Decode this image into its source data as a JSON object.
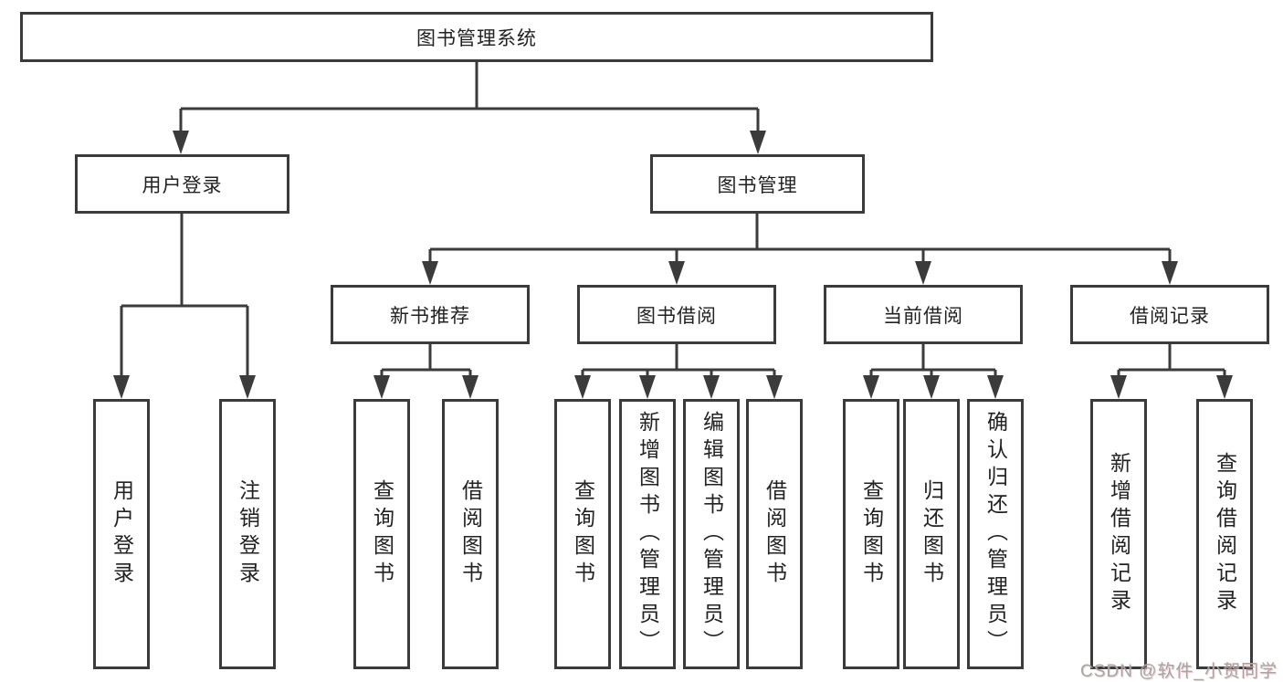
{
  "tree": {
    "label": "图书管理系统",
    "children": [
      {
        "label": "用户登录",
        "children": [
          {
            "label": "用户登录"
          },
          {
            "label": "注销登录"
          }
        ]
      },
      {
        "label": "图书管理",
        "children": [
          {
            "label": "新书推荐",
            "children": [
              {
                "label": "查询图书"
              },
              {
                "label": "借阅图书"
              }
            ]
          },
          {
            "label": "图书借阅",
            "children": [
              {
                "label": "查询图书"
              },
              {
                "label": "新增图书（管理员）"
              },
              {
                "label": "编辑图书（管理员）"
              },
              {
                "label": "借阅图书"
              }
            ]
          },
          {
            "label": "当前借阅",
            "children": [
              {
                "label": "查询图书"
              },
              {
                "label": "归还图书"
              },
              {
                "label": "确认归还（管理员）"
              }
            ]
          },
          {
            "label": "借阅记录",
            "children": [
              {
                "label": "新增借阅记录"
              },
              {
                "label": "查询借阅记录"
              }
            ]
          }
        ]
      }
    ]
  },
  "watermark": {
    "text": "CSDN @软件_小贺同学"
  },
  "colors": {
    "line": "#3b3b3b",
    "box_border": "#3b3b3b",
    "text": "#222222",
    "background": "#ffffff",
    "watermark_text": "#a6a6a6"
  }
}
